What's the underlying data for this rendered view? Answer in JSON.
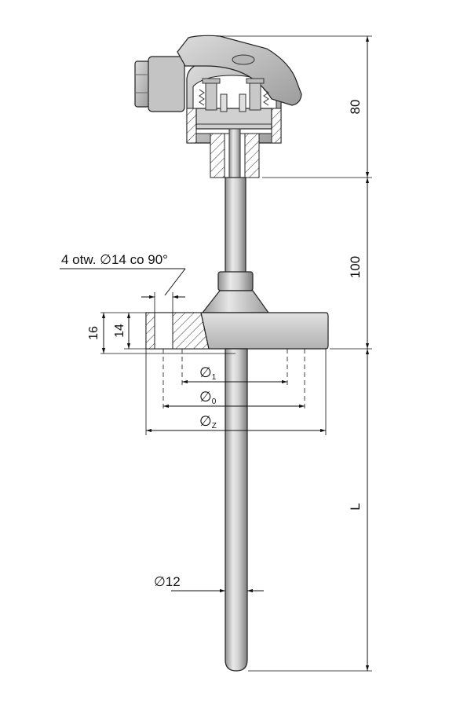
{
  "annotations": {
    "holes_note": "4 otw. ∅14 co 90°",
    "thickness_16": "16",
    "thickness_14": "14",
    "diam_1": "∅",
    "diam_1_sub": "1",
    "diam_0": "∅",
    "diam_0_sub": "0",
    "diam_z": "∅",
    "diam_z_sub": "Z",
    "diam_12": "∅12",
    "height_80": "80",
    "height_100": "100",
    "length_L": "L"
  },
  "colors": {
    "metal_light": "#e8e8e8",
    "metal_mid": "#bdbdbd",
    "metal_dark": "#8a8a8a",
    "terminal_block": "#d0d0d0",
    "line": "#111111"
  }
}
